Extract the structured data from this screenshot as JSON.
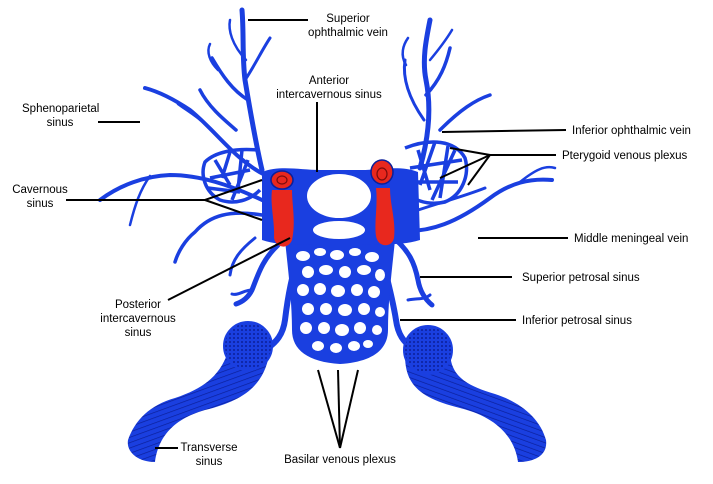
{
  "labels": {
    "superior_ophthalmic_vein": "Superior\nophthalmic vein",
    "anterior_intercavernous_sinus": "Anterior\nintercavernous sinus",
    "sphenoparietal_sinus": "Sphenoparietal\nsinus",
    "inferior_ophthalmic_vein": "Inferior ophthalmic vein",
    "pterygoid_venous_plexus": "Pterygoid venous plexus",
    "cavernous_sinus": "Cavernous\nsinus",
    "middle_meningeal_vein": "Middle meningeal vein",
    "superior_petrosal_sinus": "Superior petrosal sinus",
    "posterior_intercavernous_sinus": "Posterior\nintercavernous\nsinus",
    "inferior_petrosal_sinus": "Inferior petrosal sinus",
    "transverse_sinus": "Transverse\nsinus",
    "basilar_venous_plexus": "Basilar venous plexus"
  },
  "colors": {
    "vein_blue": "#1a3fe0",
    "vein_dark": "#0b1f9a",
    "carotid_red": "#e8281e",
    "leader_line": "#000000",
    "background": "#ffffff"
  }
}
